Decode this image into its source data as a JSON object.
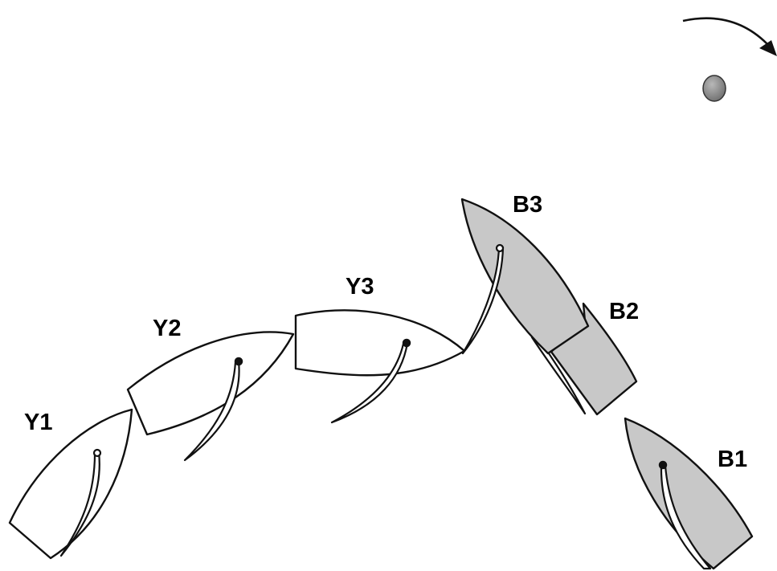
{
  "boats": {
    "y1": {
      "label": "Y1"
    },
    "y2": {
      "label": "Y2"
    },
    "y3": {
      "label": "Y3"
    },
    "b1": {
      "label": "B1"
    },
    "b2": {
      "label": "B2"
    },
    "b3": {
      "label": "B3"
    }
  },
  "colors": {
    "yellow_boats": "#ffffff",
    "blue_boats": "#c8c8c8",
    "mark": "#8a8a8a",
    "outline": "#111111"
  },
  "mark": {
    "icon": "race-mark-buoy"
  },
  "rounding_arrow": {
    "icon": "curved-arrow-clockwise"
  }
}
